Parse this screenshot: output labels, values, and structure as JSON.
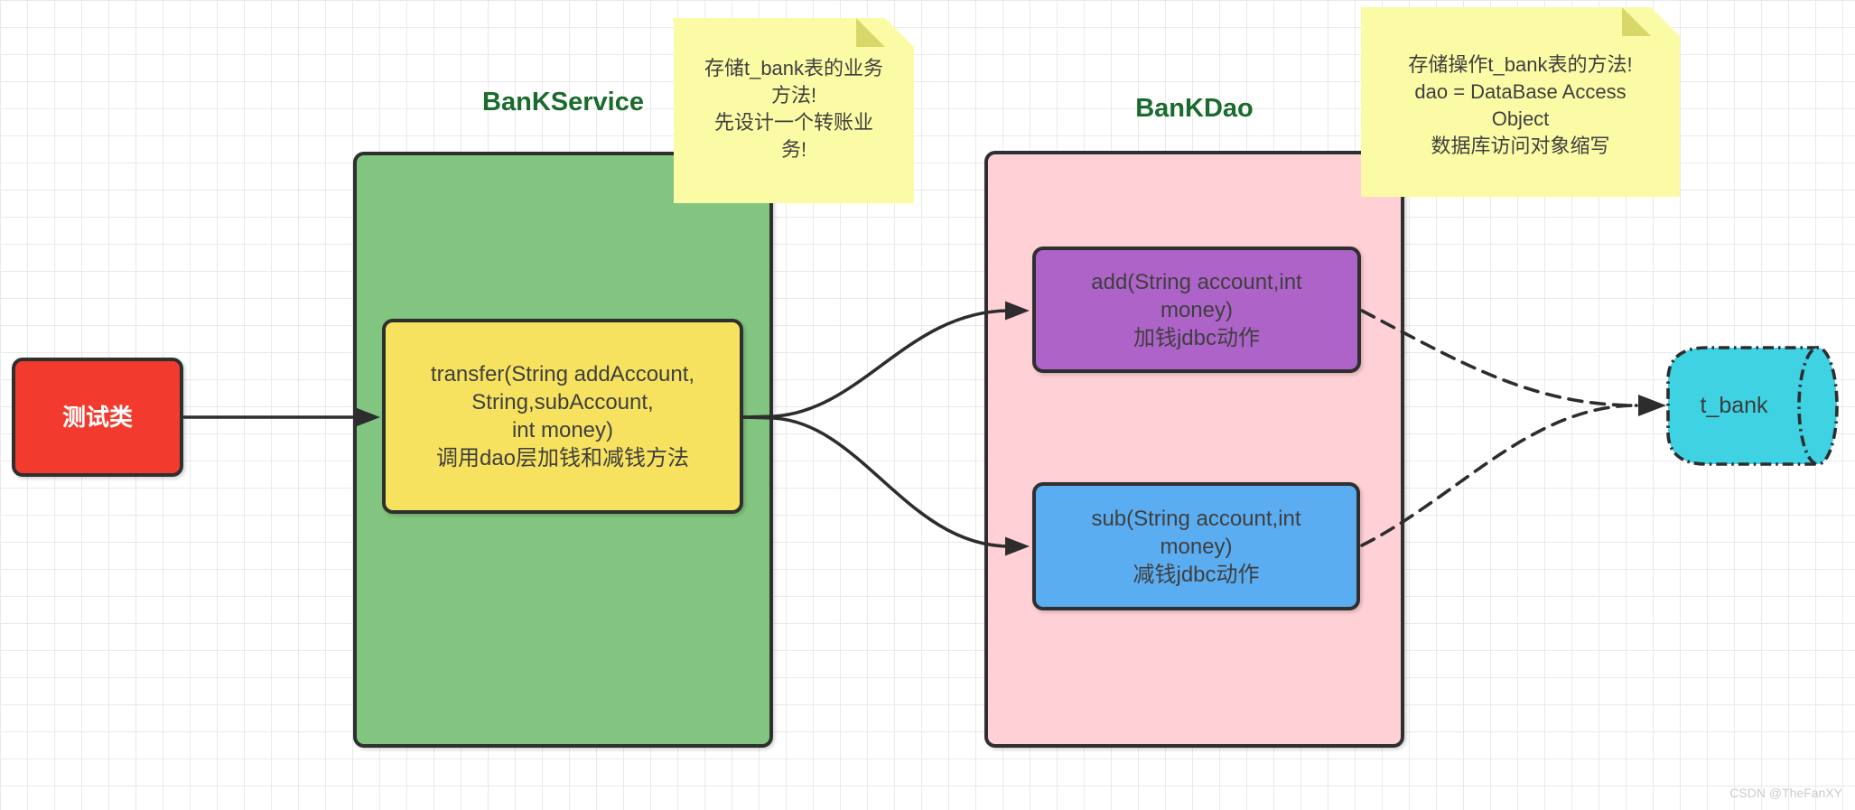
{
  "palette": {
    "border": "#2f2f2f",
    "arrow": "#2d2d2d",
    "grid_line": "#e9e9e9",
    "title_green": "#1a6b2e",
    "text_dark": "#3f3f3f",
    "watermark_gray": "#cbcbcb"
  },
  "nodes": {
    "test_class": {
      "label": "测试类",
      "fill": "#f23b2e",
      "text_color": "#ffffff"
    },
    "service_container": {
      "title": "BanKService",
      "fill": "#82c580"
    },
    "transfer_method": {
      "text": "transfer(String addAccount,\nString,subAccount,\nint money)\n调用dao层加钱和减钱方法",
      "fill": "#f6e25f"
    },
    "dao_container": {
      "title": "BanKDao",
      "fill": "#ffd0d6"
    },
    "add_method": {
      "text": "add(String account,int\nmoney)\n加钱jdbc动作",
      "fill": "#ae63c8"
    },
    "sub_method": {
      "text": "sub(String account,int\nmoney)\n减钱jdbc动作",
      "fill": "#5badf1"
    },
    "t_bank_db": {
      "label": "t_bank",
      "fill": "#3fd2e2"
    }
  },
  "notes": {
    "service_note": {
      "text": "存储t_bank表的业务\n方法!\n先设计一个转账业\n务!",
      "fill": "#fbfba6",
      "fold": "#d8d86a"
    },
    "dao_note": {
      "text": "存储操作t_bank表的方法!\ndao = DataBase Access\nObject\n数据库访问对象缩写",
      "fill": "#fbfba6",
      "fold": "#d8d86a"
    }
  },
  "watermark": {
    "text": "CSDN @TheFanXY"
  }
}
